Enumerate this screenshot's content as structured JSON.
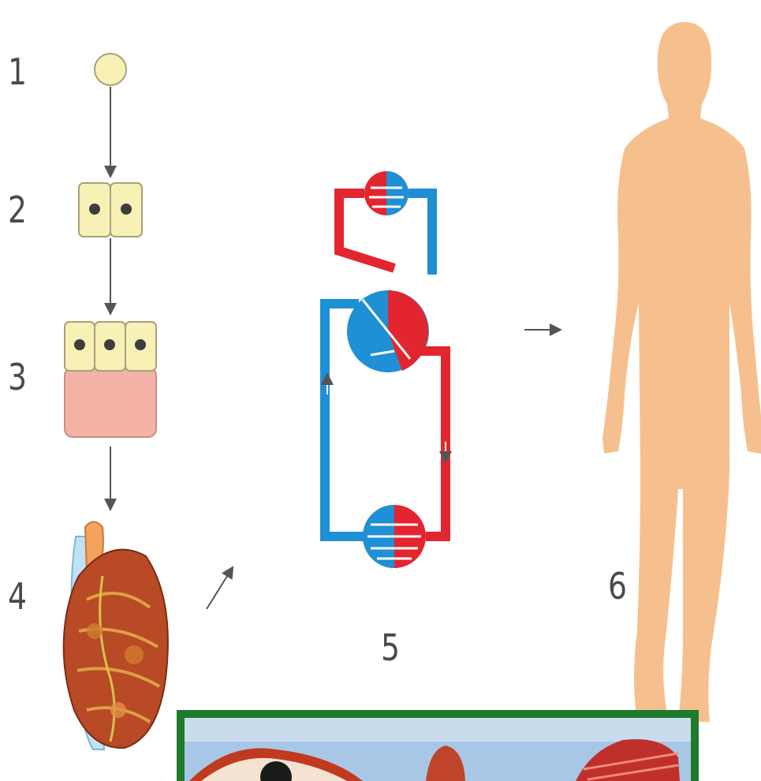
{
  "labels": {
    "n1": "1",
    "n2": "2",
    "n3": "3",
    "n4": "4",
    "n5": "5",
    "n6": "6"
  },
  "colors": {
    "cell_fill": "#f8f1b6",
    "cell_stroke": "#a9a07a",
    "tissue_pink": "#f3b3a7",
    "artery_red": "#e3252f",
    "vein_blue": "#1f8fd6",
    "body_skin": "#f6c08e",
    "arrow": "#555555",
    "banner_green": "#1f7a2c"
  },
  "icons": {
    "stage1": "single-cell-icon",
    "stage2": "two-cells-icon",
    "stage3": "tissue-icon",
    "stage4": "heart-organ-icon",
    "stage5": "circulatory-system-icon",
    "stage6": "human-body-icon"
  }
}
